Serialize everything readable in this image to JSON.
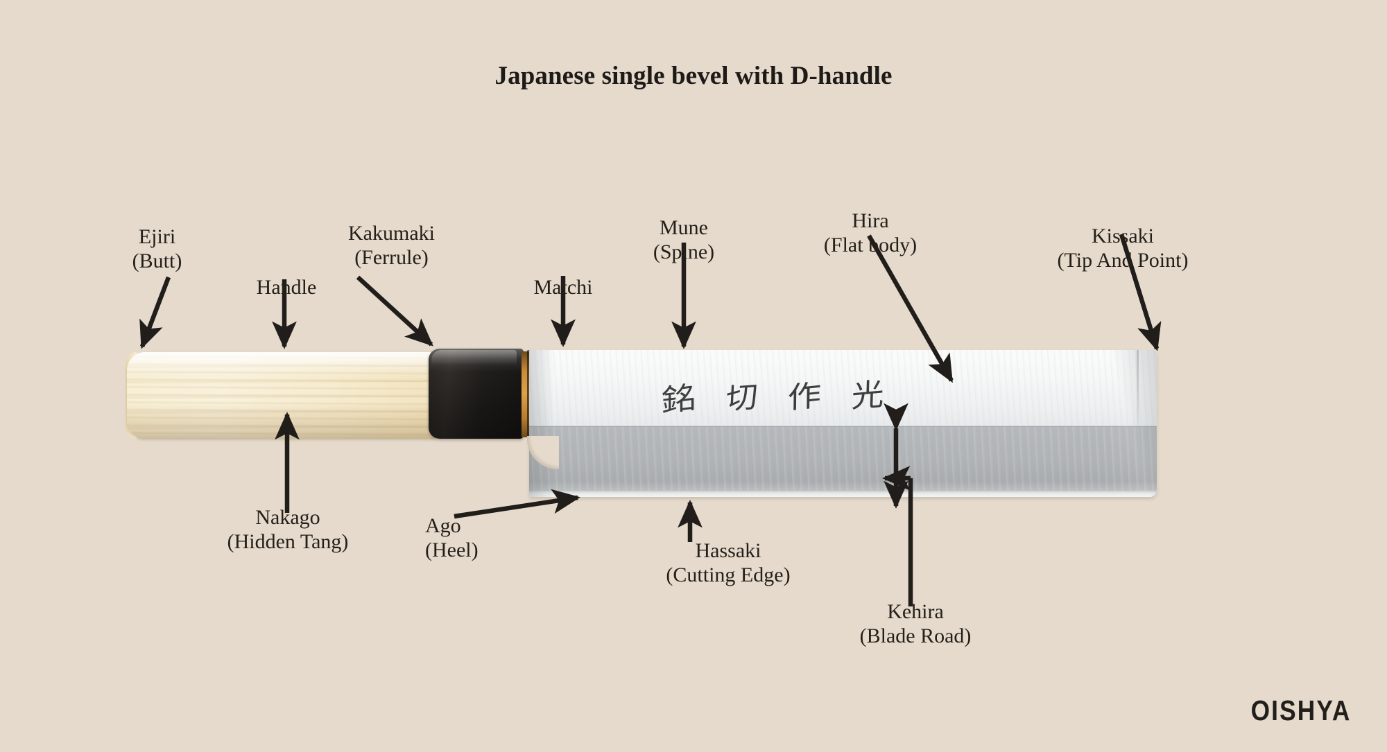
{
  "title": "Japanese single bevel with D-handle",
  "brand": "OISHYA",
  "colors": {
    "background": "#e5dacc",
    "text": "#242019",
    "handle_wood": "#f6edd4",
    "ferrule_horn": "#22201d",
    "matchi_wood": "#c88a34",
    "blade_hira": "#f6f7f7",
    "blade_kehira": "#b0b3b5"
  },
  "labels": [
    {
      "id": "ejiri",
      "name": "Ejiri",
      "translation": "(Butt)"
    },
    {
      "id": "handle",
      "name": "Handle",
      "translation": ""
    },
    {
      "id": "kakumaki",
      "name": "Kakumaki",
      "translation": "(Ferrule)"
    },
    {
      "id": "matchi",
      "name": "Matchi",
      "translation": ""
    },
    {
      "id": "mune",
      "name": "Mune",
      "translation": "(Spine)"
    },
    {
      "id": "hira",
      "name": "Hira",
      "translation": "(Flat body)"
    },
    {
      "id": "kissaki",
      "name": "Kissaki",
      "translation": "(Tip And Point)"
    },
    {
      "id": "nakago",
      "name": "Nakago",
      "translation": "(Hidden Tang)"
    },
    {
      "id": "ago",
      "name": "Ago",
      "translation": "(Heel)"
    },
    {
      "id": "hassaki",
      "name": "Hassaki",
      "translation": "(Cutting Edge)"
    },
    {
      "id": "kehira",
      "name": "Kehira",
      "translation": "(Blade Road)"
    }
  ],
  "label_text": {
    "ejiri": "Ejiri\n(Butt)",
    "handle": "Handle",
    "kakumaki": "Kakumaki\n(Ferrule)",
    "matchi": "Matchi",
    "mune": "Mune\n(Spine)",
    "hira": "Hira\n(Flat body)",
    "kissaki": "Kissaki\n(Tip And Point)",
    "nakago": "Nakago\n(Hidden Tang)",
    "ago": "Ago\n(Heel)",
    "hassaki": "Hassaki\n(Cutting Edge)",
    "kehira": "Kehira\n(Blade Road)"
  },
  "engraving": {
    "characters": [
      "銘",
      "切",
      "作",
      "光"
    ],
    "note": "calligraphic kanji smith mark on blade face"
  },
  "knife": {
    "type": "single bevel",
    "handle_style": "D-handle",
    "parts": [
      "handle",
      "ferrule",
      "matchi",
      "blade",
      "spine",
      "bevel",
      "cutting edge",
      "tip"
    ]
  }
}
